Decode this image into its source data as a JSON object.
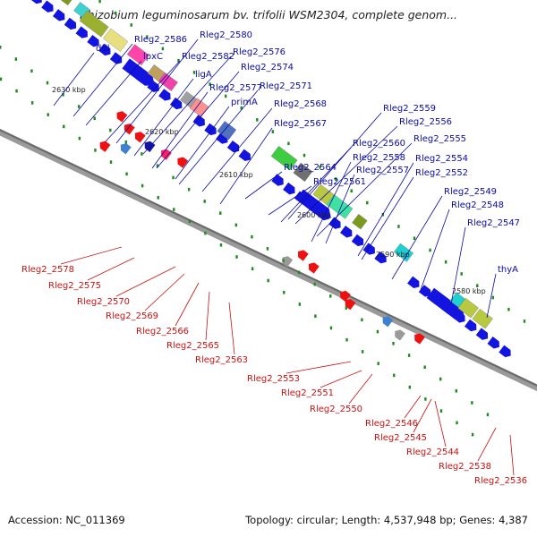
{
  "title": "Rhizobium leguminosarum bv. trifolii WSM2304, complete genom...",
  "footer": {
    "accession": "Accession: NC_011369",
    "topology": "Topology: circular; Length: 4,537,948 bp; Genes: 4,387"
  },
  "colors": {
    "axis": "#7a7a7a",
    "forward_label": "#0a0aa8",
    "reverse_label": "#cc1111",
    "gene_blue": "#1414e0",
    "gene_red": "#ee1111",
    "tick_green": "#1f8a1f"
  },
  "ticks": [
    "2630 kbp",
    "2620 kbp",
    "2610 kbp",
    "2600 kbp",
    "2590 kbp",
    "2580 kbp"
  ],
  "forward_labels": [
    "ddl",
    "Rleg2_2586",
    "lpxC",
    "Rleg2_2580",
    "Rleg2_2582",
    "Rleg2_2576",
    "ligA",
    "Rleg2_2574",
    "Rleg2_2577",
    "Rleg2_2571",
    "primA",
    "Rleg2_2568",
    "Rleg2_2567",
    "Rleg2_2559",
    "Rleg2_2556",
    "Rleg2_2560",
    "Rleg2_2558",
    "Rleg2_2555",
    "Rleg2_2557",
    "Rleg2_2564",
    "Rleg2_2561",
    "Rleg2_2554",
    "Rleg2_2552",
    "Rleg2_2549",
    "Rleg2_2548",
    "Rleg2_2547",
    "thyA"
  ],
  "reverse_labels": [
    "Rleg2_2578",
    "Rleg2_2575",
    "Rleg2_2570",
    "Rleg2_2569",
    "Rleg2_2566",
    "Rleg2_2565",
    "Rleg2_2563",
    "Rleg2_2553",
    "Rleg2_2551",
    "Rleg2_2550",
    "Rleg2_2546",
    "Rleg2_2545",
    "Rleg2_2544",
    "Rleg2_2538",
    "Rleg2_2536"
  ]
}
